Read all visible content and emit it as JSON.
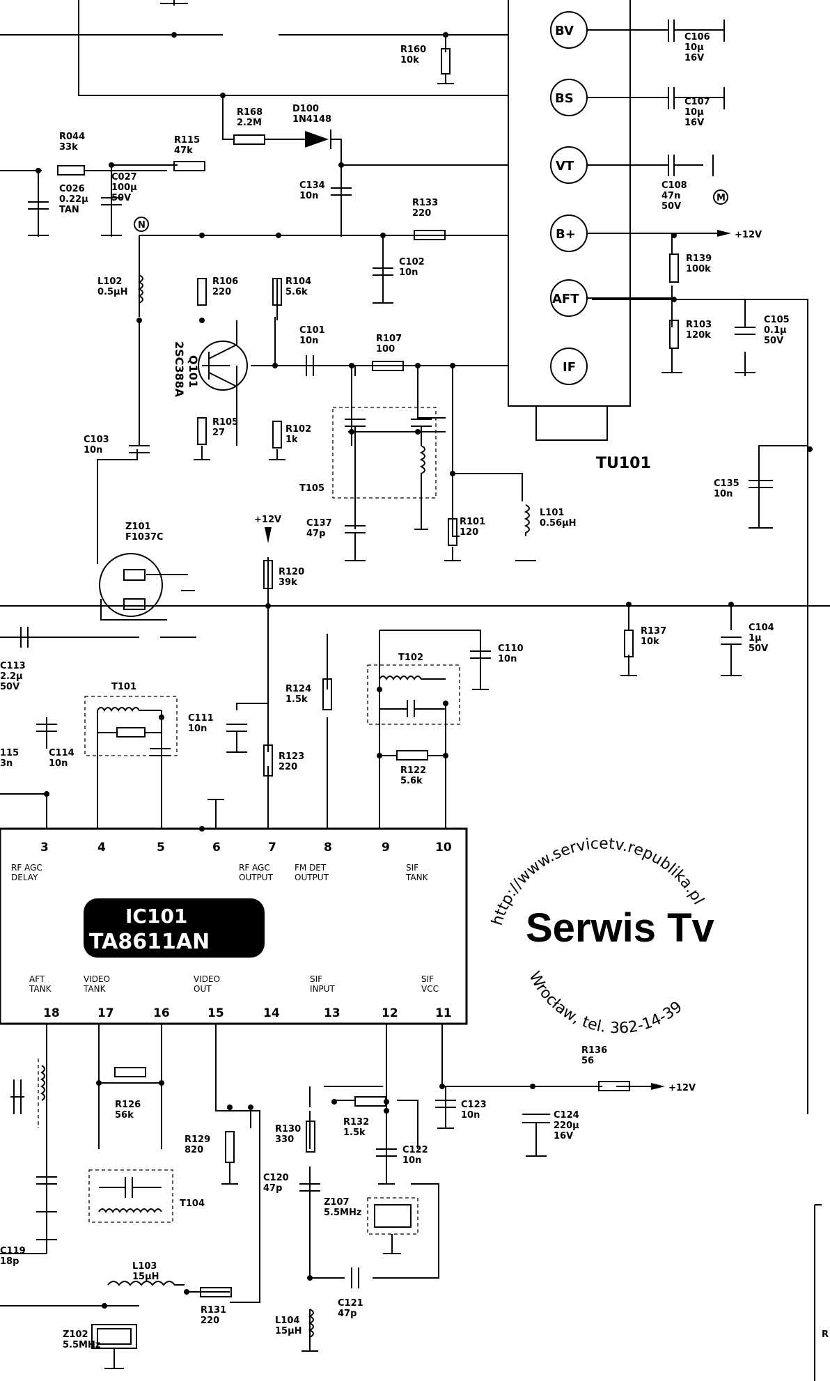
{
  "top_header": "",
  "tuner": {
    "ref": "TU101",
    "pins": [
      "BV",
      "BS",
      "VT",
      "B+",
      "AFT",
      "IF"
    ]
  },
  "ic": {
    "ref": "IC101",
    "part": "TA8611AN",
    "top_pins": [
      {
        "num": "3",
        "func": "RF AGC\nDELAY"
      },
      {
        "num": "4",
        "func": ""
      },
      {
        "num": "5",
        "func": ""
      },
      {
        "num": "6",
        "func": ""
      },
      {
        "num": "7",
        "func": "RF AGC\nOUTPUT"
      },
      {
        "num": "8",
        "func": "FM DET\nOUTPUT"
      },
      {
        "num": "9",
        "func": ""
      },
      {
        "num": "10",
        "func": "SIF\nTANK"
      }
    ],
    "bottom_pins": [
      {
        "num": "18",
        "func": "AFT\nTANK"
      },
      {
        "num": "17",
        "func": "VIDEO\nTANK"
      },
      {
        "num": "16",
        "func": ""
      },
      {
        "num": "15",
        "func": "VIDEO\nOUT"
      },
      {
        "num": "14",
        "func": ""
      },
      {
        "num": "13",
        "func": "SIF\nINPUT"
      },
      {
        "num": "12",
        "func": ""
      },
      {
        "num": "11",
        "func": "SIF\nVCC"
      }
    ]
  },
  "components": {
    "R160": {
      "ref": "R160",
      "value": "10k"
    },
    "C106": {
      "ref": "C106",
      "v1": "10μ",
      "v2": "16V"
    },
    "C107": {
      "ref": "C107",
      "v1": "10μ",
      "v2": "16V"
    },
    "C108": {
      "ref": "C108",
      "v1": "47n",
      "v2": "50V"
    },
    "R168": {
      "ref": "R168",
      "value": "2.2M"
    },
    "D100": {
      "ref": "D100",
      "value": "1N4148"
    },
    "R044": {
      "ref": "R044",
      "value": "33k"
    },
    "R115": {
      "ref": "R115",
      "value": "47k"
    },
    "C026": {
      "ref": "C026",
      "v1": "0.22μ",
      "v2": "TAN"
    },
    "C027": {
      "ref": "C027",
      "v1": "100μ",
      "v2": "50V"
    },
    "C134": {
      "ref": "C134",
      "value": "10n"
    },
    "R133": {
      "ref": "R133",
      "value": "220"
    },
    "C102": {
      "ref": "C102",
      "value": "10n"
    },
    "R139": {
      "ref": "R139",
      "value": "100k"
    },
    "R103": {
      "ref": "R103",
      "value": "120k"
    },
    "C105": {
      "ref": "C105",
      "v1": "0.1μ",
      "v2": "50V"
    },
    "L102": {
      "ref": "L102",
      "value": "0.5μH"
    },
    "R106": {
      "ref": "R106",
      "value": "220"
    },
    "R104": {
      "ref": "R104",
      "value": "5.6k"
    },
    "Q101": {
      "ref": "Q101",
      "value": "2SC388A"
    },
    "C101": {
      "ref": "C101",
      "value": "10n"
    },
    "R107": {
      "ref": "R107",
      "value": "100"
    },
    "R105": {
      "ref": "R105",
      "value": "27"
    },
    "R102": {
      "ref": "R102",
      "value": "1k"
    },
    "T105": {
      "ref": "T105"
    },
    "C103": {
      "ref": "C103",
      "value": "10n"
    },
    "C137": {
      "ref": "C137",
      "value": "47p"
    },
    "R101": {
      "ref": "R101",
      "value": "120"
    },
    "L101": {
      "ref": "L101",
      "value": "0.56μH"
    },
    "C135": {
      "ref": "C135",
      "value": "10n"
    },
    "Z101": {
      "ref": "Z101",
      "value": "F1037C"
    },
    "R120": {
      "ref": "R120",
      "value": "39k"
    },
    "C113": {
      "ref": "C113",
      "v1": "2.2μ",
      "v2": "50V"
    },
    "T101": {
      "ref": "T101"
    },
    "R124": {
      "ref": "R124",
      "value": "1.5k"
    },
    "T102": {
      "ref": "T102"
    },
    "C110": {
      "ref": "C110",
      "value": "10n"
    },
    "R137": {
      "ref": "R137",
      "value": "10k"
    },
    "C104": {
      "ref": "C104",
      "v1": "1μ",
      "v2": "50V"
    },
    "C111": {
      "ref": "C111",
      "value": "10n"
    },
    "R123": {
      "ref": "R123",
      "value": "220"
    },
    "R122": {
      "ref": "R122",
      "value": "5.6k"
    },
    "C114": {
      "ref": "C114",
      "value": "10n"
    },
    "R115b": {
      "ref": "115",
      "value": "3n"
    },
    "R136": {
      "ref": "R136",
      "value": "56"
    },
    "C123": {
      "ref": "C123",
      "value": "10n"
    },
    "C124": {
      "ref": "C124",
      "v1": "220μ",
      "v2": "16V"
    },
    "R126": {
      "ref": "R126",
      "value": "56k"
    },
    "R129": {
      "ref": "R129",
      "value": "820"
    },
    "R130": {
      "ref": "R130",
      "value": "330"
    },
    "R132": {
      "ref": "R132",
      "value": "1.5k"
    },
    "C122": {
      "ref": "C122",
      "value": "10n"
    },
    "C120": {
      "ref": "C120",
      "value": "47p"
    },
    "T104": {
      "ref": "T104"
    },
    "Z107": {
      "ref": "Z107",
      "value": "5.5MHz"
    },
    "C119": {
      "ref": "C119",
      "value": "18p"
    },
    "L103": {
      "ref": "L103",
      "value": "15μH"
    },
    "R131": {
      "ref": "R131",
      "value": "220"
    },
    "L104": {
      "ref": "L104",
      "value": "15μH"
    },
    "C121": {
      "ref": "C121",
      "value": "47p"
    },
    "Z102": {
      "ref": "Z102",
      "value": "5.5MHz"
    }
  },
  "rails": {
    "v12_right": "+12V",
    "v12_mid": "+12V",
    "v12_bottom": "+12V"
  },
  "markers": {
    "M": "M",
    "N": "N"
  },
  "watermark": {
    "url": "http://www.servicetv.republika.pl",
    "title": "Serwis Tv",
    "address": "Wrocław, tel. 362-14-39"
  },
  "edge_text": {
    "right": "R"
  }
}
